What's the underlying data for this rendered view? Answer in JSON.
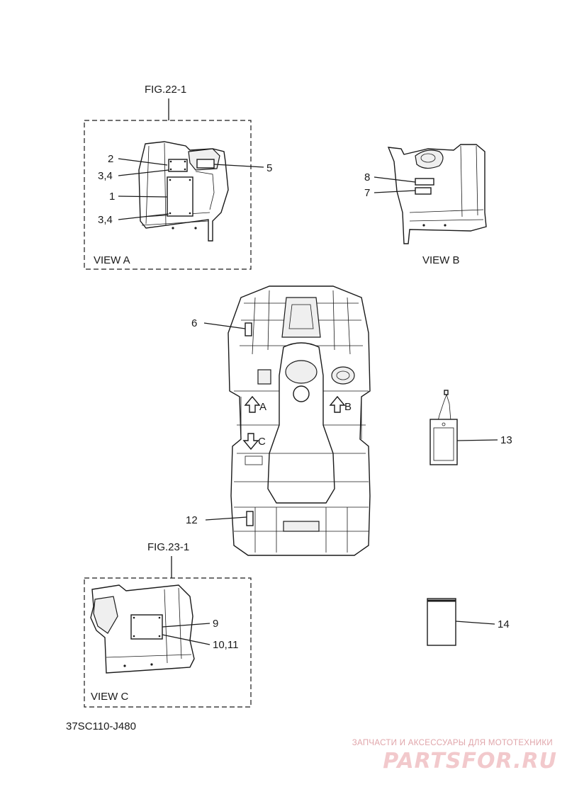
{
  "figures": {
    "fig_22_1": "FIG.22-1",
    "fig_23_1": "FIG.23-1"
  },
  "views": {
    "view_a": "VIEW A",
    "view_b": "VIEW B",
    "view_c": "VIEW C"
  },
  "callouts": {
    "c1": "1",
    "c2": "2",
    "c34a": "3,4",
    "c34b": "3,4",
    "c5": "5",
    "c6": "6",
    "c7": "7",
    "c8": "8",
    "c9": "9",
    "c1011": "10,11",
    "c12": "12",
    "c13": "13",
    "c14": "14"
  },
  "arrows": {
    "a": "A",
    "b": "B",
    "c": "C"
  },
  "diagram_code": "37SC110-J480",
  "watermark": {
    "tagline": "ЗАПЧАСТИ И АКСЕССУАРЫ ДЛЯ МОТОТЕХНИКИ",
    "brand": "PARTSFOR.RU"
  }
}
